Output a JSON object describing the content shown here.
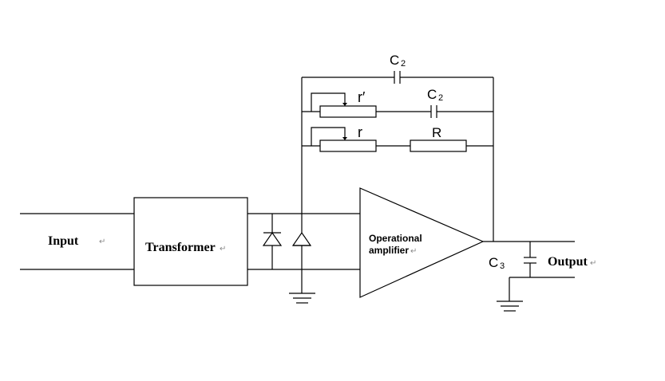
{
  "labels": {
    "input": "Input",
    "transformer": "Transformer",
    "op_amp_line1": "Operational",
    "op_amp_line2": "amplifier",
    "output": "Output",
    "c2_top": "C",
    "c2_top_sub": "2",
    "c2_mid": "C",
    "c2_mid_sub": "2",
    "r_prime": "r′",
    "r": "r",
    "R": "R",
    "c3": "C",
    "c3_sub": "3",
    "return_mark": "↵"
  }
}
